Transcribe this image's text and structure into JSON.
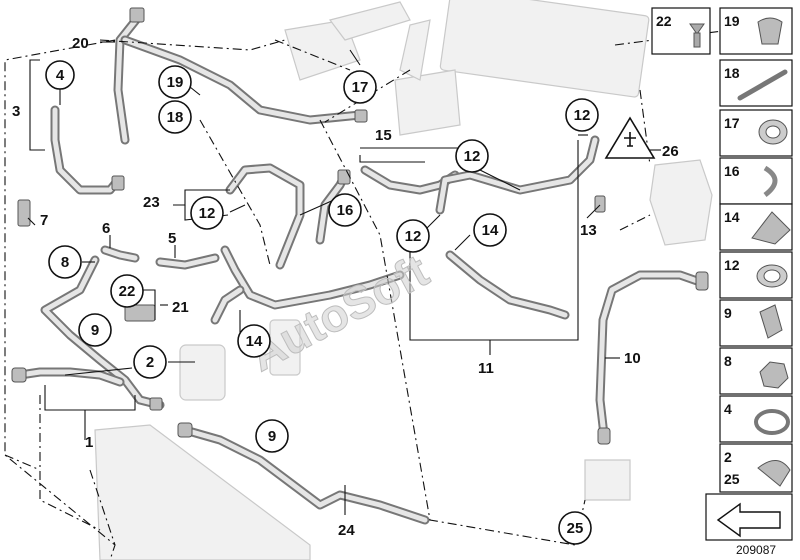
{
  "callouts": {
    "c2": "2",
    "c4": "4",
    "c8": "8",
    "c9a": "9",
    "c9b": "9",
    "c12a": "12",
    "c12b": "12",
    "c12c": "12",
    "c12d": "12",
    "c14a": "14",
    "c14b": "14",
    "c16": "16",
    "c17": "17",
    "c18": "18",
    "c19": "19",
    "c22": "22",
    "c25": "25"
  },
  "labels": {
    "l1": "1",
    "l3": "3",
    "l5": "5",
    "l6": "6",
    "l7": "7",
    "l10": "10",
    "l11": "11",
    "l13": "13",
    "l15": "15",
    "l20": "20",
    "l21": "21",
    "l23": "23",
    "l24": "24",
    "l26": "26"
  },
  "legend": [
    {
      "num": "22"
    },
    {
      "num": "19"
    },
    {
      "num": "18"
    },
    {
      "num": "17"
    },
    {
      "num": "16"
    },
    {
      "num": "14"
    },
    {
      "num": "12"
    },
    {
      "num": "9"
    },
    {
      "num": "8"
    },
    {
      "num": "4"
    },
    {
      "num": "2",
      "num2": "25"
    }
  ],
  "watermark": "AutoSoft",
  "reference": "209087"
}
